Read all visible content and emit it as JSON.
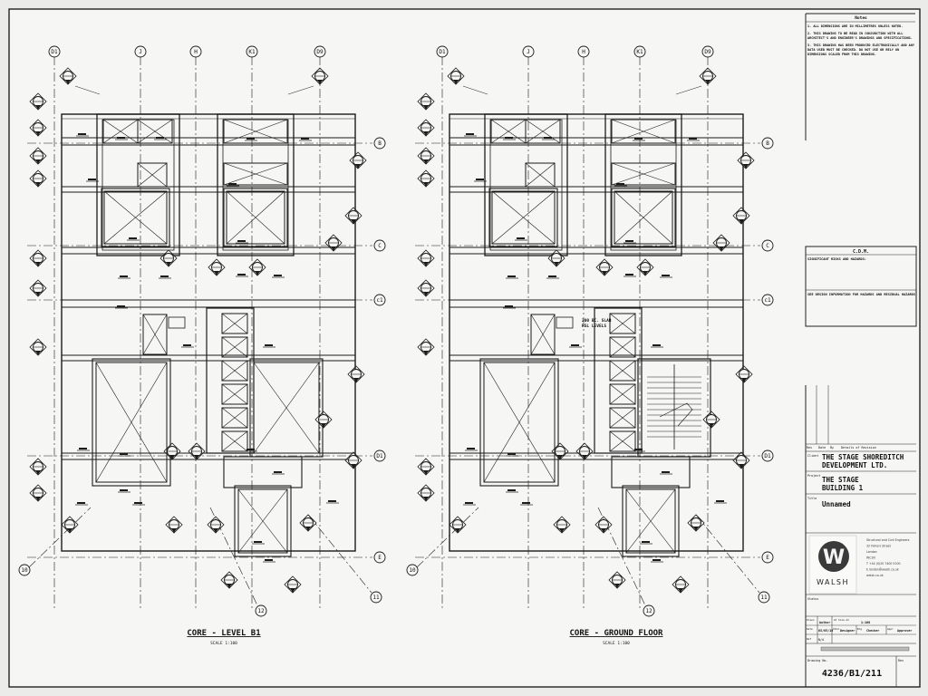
{
  "sheet": {
    "background": "#f6f6f4",
    "ink": "#1a1a1a"
  },
  "plans": [
    {
      "id": "level-b1",
      "title": "CORE - LEVEL B1",
      "scale": "SCALE 1:100",
      "grid_top": [
        "D1",
        "J",
        "H",
        "K1",
        "D9"
      ],
      "grid_right": [
        "B",
        "C",
        "c1",
        "D1",
        "E"
      ],
      "diagonal_labels": [
        "10",
        "12",
        "11"
      ]
    },
    {
      "id": "ground-floor",
      "title": "CORE - GROUND FLOOR",
      "scale": "SCALE 1:100",
      "grid_top": [
        "D1",
        "J",
        "H",
        "K1",
        "D9"
      ],
      "grid_right": [
        "B",
        "C",
        "c1",
        "D1",
        "E"
      ],
      "diagonal_labels": [
        "10",
        "12",
        "11"
      ],
      "note": "200 BC. SLAB\nRSL LEVELS"
    }
  ],
  "title_block": {
    "notes_heading": "Notes",
    "notes": [
      "1. ALL DIMENSIONS ARE IN MILLIMETRES UNLESS NOTED.",
      "2. THIS DRAWING TO BE READ IN CONJUNCTION WITH ALL ARCHITECT'S AND ENGINEER'S DRAWINGS AND SPECIFICATIONS.",
      "3. THIS DRAWING HAS BEEN PRODUCED ELECTRONICALLY AND ANY DATA USED MUST BE CHECKED. DO NOT USE OR RELY ON DIMENSIONS SCALED FROM THIS DRAWING."
    ],
    "cdm_heading": "C.D.M.",
    "cdm_line1": "SIGNIFICANT RISKS AND HAZARDS:",
    "cdm_line2": "SEE DESIGN INFORMATION FOR HAZARDS AND RESIDUAL HAZARDS",
    "rev_headers": [
      "Rev",
      "Date",
      "By",
      "Details of Revision"
    ],
    "client_label": "Client",
    "client": "THE STAGE SHOREDITCH\nDEVELOPMENT LTD.",
    "project_label": "Project",
    "project": "THE STAGE\nBUILDING 1",
    "title_label": "Title",
    "title": "Unnamed",
    "company": "WALSH",
    "logo_mark": "W",
    "company_lines": [
      "Structural and Civil Engineers",
      "32 Fishers Street",
      "London",
      "WC1N",
      "T +44 (0)20 7400 5100",
      "E london@walsh.co.uk",
      "walsh.co.uk"
    ],
    "status_label": "Status",
    "drawn_label": "Drawn",
    "drawn": "Author",
    "scale_label": "At Size A1",
    "scale": "1:100",
    "date_label": "Date",
    "date": "03/05/16",
    "checked_label": "Chkd",
    "checked": "Designer",
    "eng_label": "Eng",
    "eng": "Checker",
    "appr_label": "Appr",
    "appr": "Approver",
    "ref_label": "Ref",
    "ref": "N/A",
    "drawing_no_label": "Drawing No.",
    "drawing_no": "4236/B1/211",
    "rev_label": "Rev",
    "rev": ""
  }
}
